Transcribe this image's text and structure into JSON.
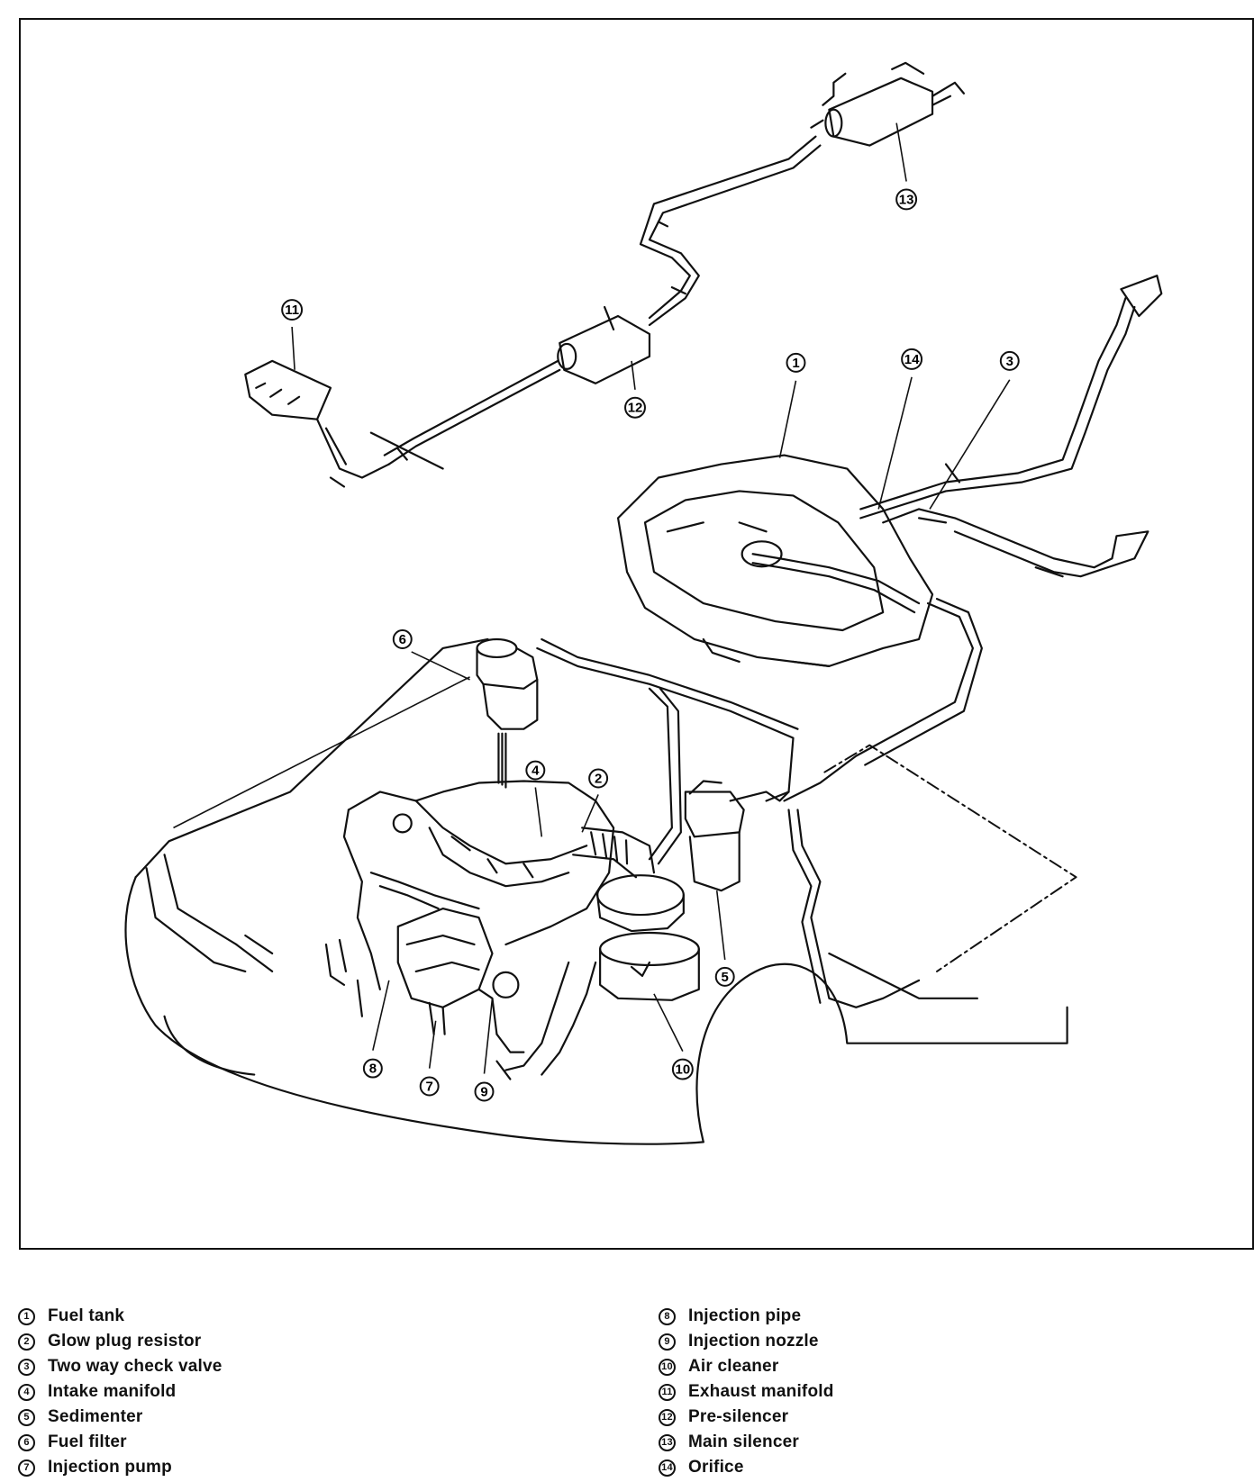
{
  "callouts": [
    "1",
    "2",
    "3",
    "4",
    "5",
    "6",
    "7",
    "8",
    "9",
    "10",
    "11",
    "12",
    "13",
    "14"
  ],
  "legend": {
    "left": [
      {
        "num": "1",
        "label": "Fuel tank"
      },
      {
        "num": "2",
        "label": "Glow plug resistor"
      },
      {
        "num": "3",
        "label": "Two way check valve"
      },
      {
        "num": "4",
        "label": "Intake manifold"
      },
      {
        "num": "5",
        "label": "Sedimenter"
      },
      {
        "num": "6",
        "label": "Fuel filter"
      },
      {
        "num": "7",
        "label": "Injection pump"
      }
    ],
    "right": [
      {
        "num": "8",
        "label": "Injection pipe"
      },
      {
        "num": "9",
        "label": "Injection nozzle"
      },
      {
        "num": "10",
        "label": "Air cleaner"
      },
      {
        "num": "11",
        "label": "Exhaust manifold"
      },
      {
        "num": "12",
        "label": "Pre-silencer"
      },
      {
        "num": "13",
        "label": "Main silencer"
      },
      {
        "num": "14",
        "label": "Orifice"
      }
    ]
  }
}
